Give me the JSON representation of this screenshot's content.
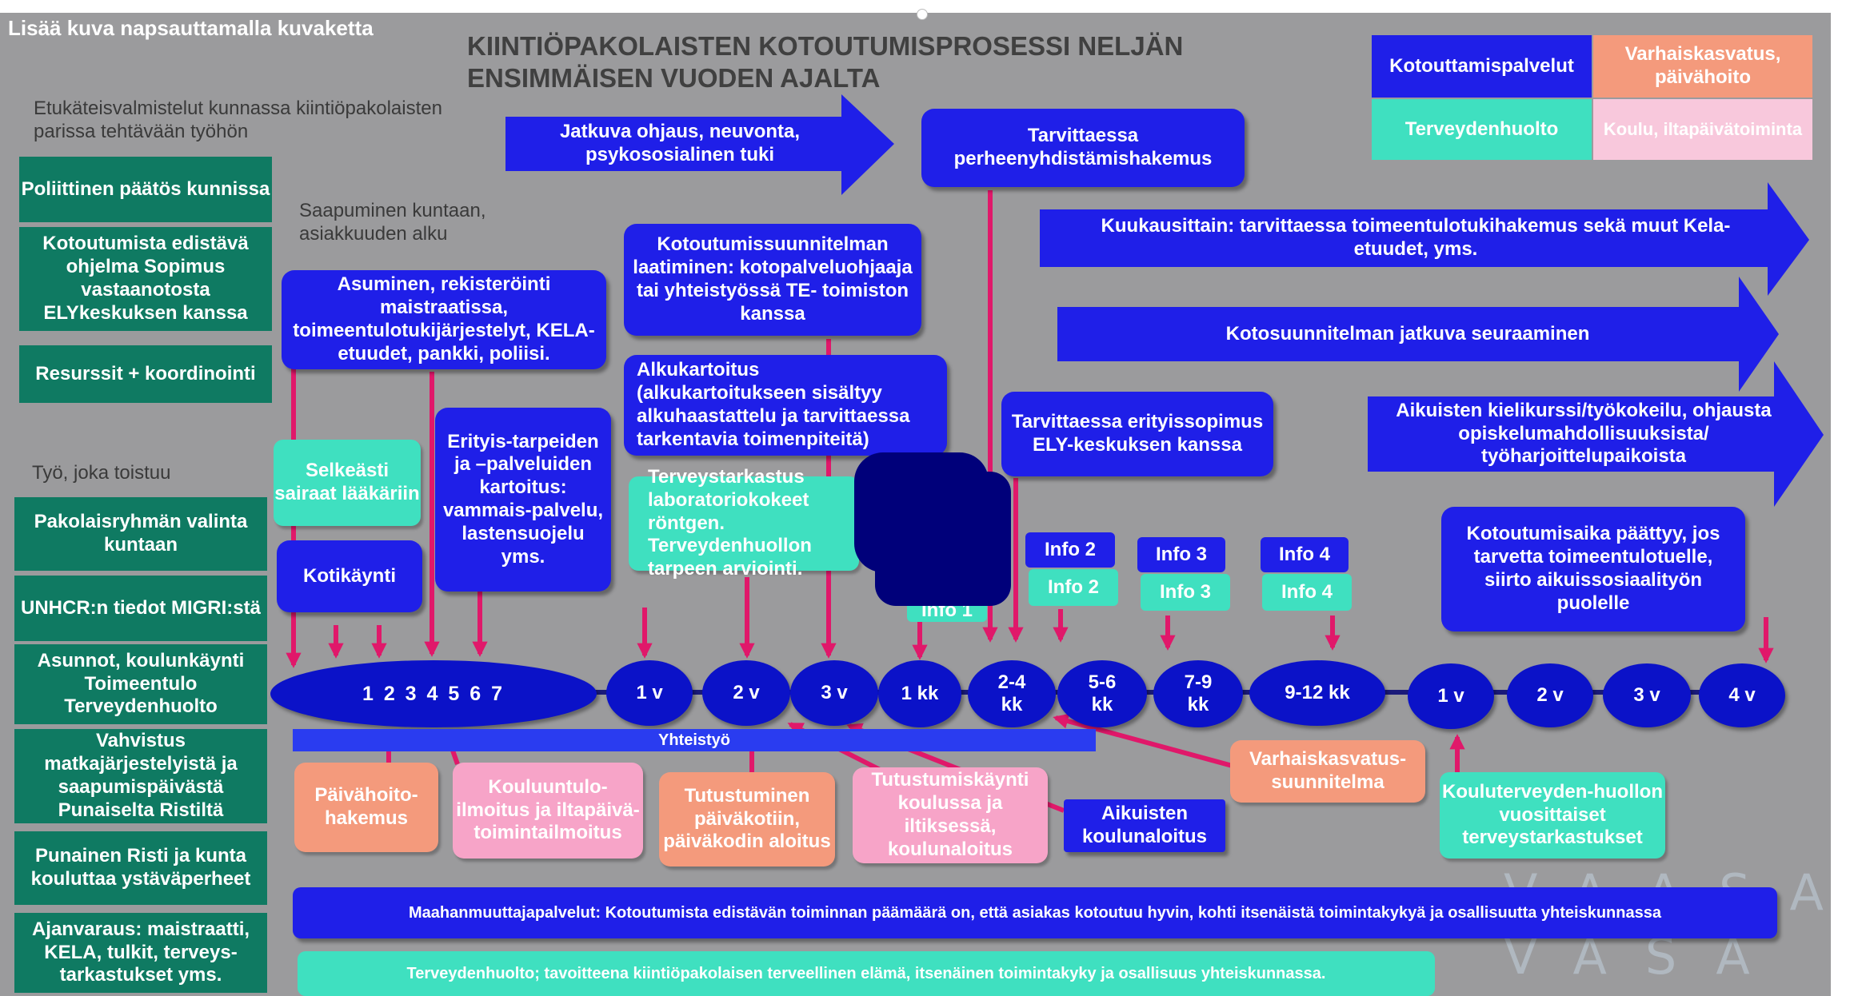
{
  "placeholder_text": "Lisää kuva napsauttamalla kuvaketta",
  "title": "KIINTIÖPAKOLAISTEN KOTOUTUMISPROSESSI NELJÄN ENSIMMÄISEN VUODEN AJALTA",
  "legend": {
    "kotouttamispalvelut": "Kotouttamispalvelut",
    "varhaiskasvatus": "Varhaiskasvatus, päivähoito",
    "terveydenhuolto": "Terveydenhuolto",
    "koulu": "Koulu, iltapäivätoiminta"
  },
  "left": {
    "prep_heading": "Etukäteisvalmistelut kunnassa kiintiöpakolaisten parissa tehtävään työhön",
    "prep_items": [
      "Poliittinen päätös kunnissa",
      "Kotoutumista edistävä ohjelma Sopimus vastaanotosta ELYkeskuksen kanssa",
      "Resurssit + koordinointi"
    ],
    "repeat_heading": "Työ, joka toistuu",
    "repeat_items": [
      "Pakolaisryhmän valinta kuntaan",
      "UNHCR:n tiedot MIGRI:stä",
      "Asunnot, koulunkäynti Toimeentulo Terveydenhuolto",
      "Vahvistus matkajärjestelyistä ja saapumispäivästä Punaiselta Ristiltä",
      "Punainen Risti ja kunta kouluttaa ystäväperheet",
      "Ajanvaraus: maistraatti, KELA, tulkit, terveys-tarkastukset yms."
    ]
  },
  "arrival": "Saapuminen kuntaan, asiakkuuden alku",
  "boxes": {
    "jatkuva": "Jatkuva ohjaus, neuvonta, psykososialinen tuki",
    "perheen": "Tarvittaessa perheenyhdistämishakemus",
    "kuukausittain": "Kuukausittain: tarvittaessa toimeentulotukihakemus sekä muut Kela-etuudet, yms.",
    "kotosuunnitelma": "Kotosuunnitelman jatkuva seuraaminen",
    "asuminen": "Asuminen, rekisteröinti maistraatissa, toimeentulotukijärjestelyt, KELA-etuudet, pankki, poliisi.",
    "kotoutumissuunnitelma": "Kotoutumissuunnitelman laatiminen: kotopalveluohjaaja tai yhteistyössä TE- toimiston kanssa",
    "alkukartoitus": "Alkukartoitus (alkukartoitukseen sisältyy alkuhaastattelu ja tarvittaessa tarkentavia toimenpiteitä)",
    "erityissopimus": "Tarvittaessa erityissopimus ELY-keskuksen kanssa",
    "aikuisten_kieli": "Aikuisten kielikurssi/työkokeilu, ohjausta opiskelumahdollisuuksista/ työharjoittelupaikoista",
    "kotoutumisaika": "Kotoutumisaika päättyy, jos tarvetta toimeentulotuelle, siirto aikuissosiaalityön puolelle",
    "selkeasti": "Selkeästi sairaat lääkäriin",
    "kotikaynti": "Kotikäynti",
    "erityis": "Erityis-tarpeiden ja –palveluiden kartoitus: vammais-palvelu, lastensuojelu yms.",
    "terveystarkastus": "Terveystarkastus laboratoriokokeet röntgen. Terveydenhuollon tarpeen arviointi.",
    "info1": "Info 1",
    "info2a": "Info 2",
    "info2b": "Info 2",
    "info3a": "Info 3",
    "info3b": "Info 3",
    "info4a": "Info 4",
    "info4b": "Info 4"
  },
  "timeline": {
    "first": "1 2 3 4 5 6 7",
    "nodes": [
      "1 v",
      "2 v",
      "3 v",
      "1 kk",
      "2-4 kk",
      "5-6 kk",
      "7-9 kk",
      "9-12 kk",
      "1 v",
      "2 v",
      "3 v",
      "4 v"
    ],
    "yhteistyo": "Yhteistyö"
  },
  "bottom": {
    "paivahoito": "Päivähoito-hakemus",
    "kouluuntulo": "Kouluuntulo-ilmoitus ja iltapäivä-toimintailmoitus",
    "tutustuminen": "Tutustuminen päiväkotiin, päiväkodin aloitus",
    "tutustumiskaynti": "Tutustumiskäynti koulussa ja iltiksessä, koulunaloitus",
    "aikuisten_koulu": "Aikuisten koulunaloitus",
    "varhaiskasvatussuunnitelma": "Varhaiskasvatus-suunnitelma",
    "kouluterveydenhuolto": "Kouluterveyden-huollon vuosittaiset terveystarkastukset",
    "maahanmuuttajapalvelut": "Maahanmuuttajapalvelut: Kotoutumista edistävän toiminnan päämäärä on, että asiakas kotoutuu hyvin, kohti itsenäistä toimintakykyä ja osallisuutta yhteiskunnassa",
    "terveydenhuolto": "Terveydenhuolto; tavoitteena kiintiöpakolaisen terveellinen elämä, itsenäinen toimintakyky ja osallisuus yhteiskunnassa."
  },
  "watermark": {
    "top": "VAASA",
    "bottom": "VASA"
  },
  "colors": {
    "background": "#9b9b9d",
    "navy": "#0b12c8",
    "blue": "#1f1fe8",
    "green": "#0f7a62",
    "teal": "#3fe0c0",
    "salmon": "#f49a7c",
    "pink": "#f7a4c8",
    "arrow": "#e0186a"
  }
}
